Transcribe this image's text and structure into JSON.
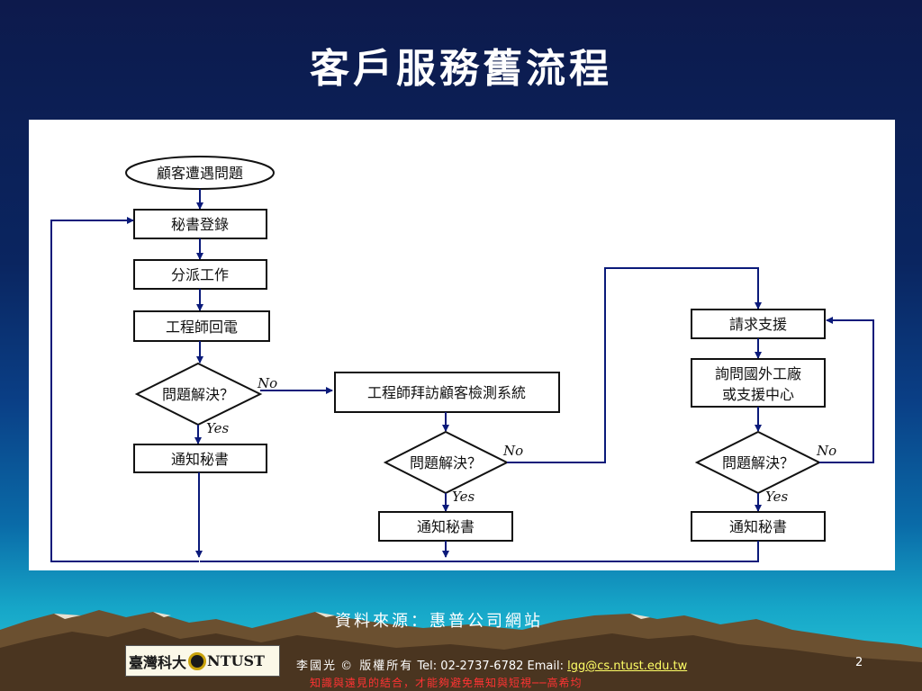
{
  "title": "客戶服務舊流程",
  "flowchart": {
    "start": "顧客遭遇問題",
    "col1": {
      "register": "秘書登錄",
      "assign": "分派工作",
      "callback": "工程師回電",
      "decision": "問題解決？",
      "no": "No",
      "yes": "Yes",
      "notify": "通知秘書"
    },
    "col2": {
      "visit": "工程師拜訪顧客檢測系統",
      "decision": "問題解決？",
      "no": "No",
      "yes": "Yes",
      "notify": "通知秘書"
    },
    "col3": {
      "request": "請求支援",
      "inquire_line1": "詢問國外工廠",
      "inquire_line2": "或支援中心",
      "decision": "問題解決？",
      "no": "No",
      "yes": "Yes",
      "notify": "通知秘書"
    }
  },
  "source": "資料來源：惠普公司網站",
  "footer": {
    "logo_text_cn": "臺灣科大",
    "logo_text_en": "NTUST",
    "author": "李國光",
    "copyright": "© 版權所有",
    "contact": "Tel: 02-2737-6782  Email:",
    "email": "lgg@cs.ntust.edu.tw",
    "page": "2",
    "motto": "知識與遠見的結合，才能夠避免無知與短視──高希均"
  },
  "colors": {
    "arrow": "#0a1a7a",
    "box_border": "#111111",
    "footer_motto": "#ff3333",
    "email_link": "#ffff66"
  }
}
